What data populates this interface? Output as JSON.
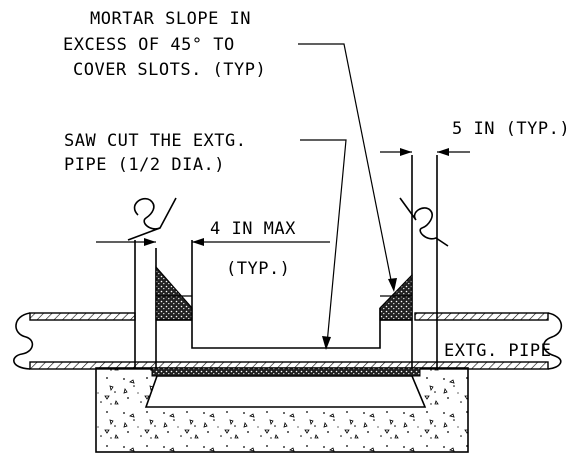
{
  "labels": {
    "mortar_line1": "MORTAR SLOPE IN",
    "mortar_line2": "EXCESS OF 45° TO",
    "mortar_line3": "COVER SLOTS. (TYP)",
    "sawcut_line1": "SAW CUT THE EXTG.",
    "sawcut_line2": "PIPE (1/2 DIA.)",
    "five_in": "5 IN (TYP.)",
    "four_in": "4 IN MAX",
    "four_in_typ": "(TYP.)",
    "extg_pipe": "EXTG. PIPE"
  },
  "colors": {
    "line": "#000000",
    "background": "#ffffff"
  }
}
